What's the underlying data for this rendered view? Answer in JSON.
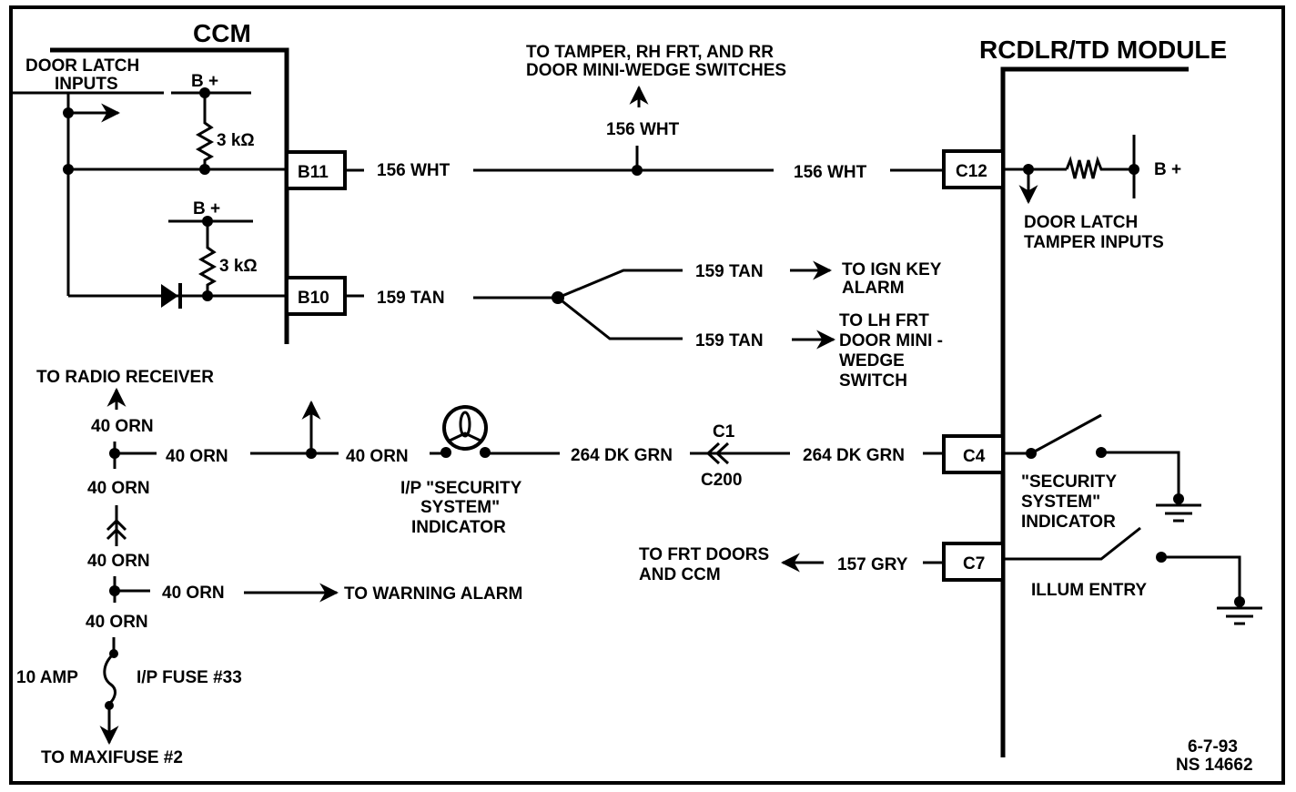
{
  "modules": {
    "ccm": {
      "title": "CCM"
    },
    "rcdlr": {
      "title": "RCDLR/TD MODULE"
    }
  },
  "ccm_internal": {
    "door_latch_inputs": [
      "DOOR LATCH",
      "INPUTS"
    ],
    "b_plus_1": "B +",
    "b_plus_2": "B +",
    "resistor_1": "3 kΩ",
    "resistor_2": "3 kΩ"
  },
  "connectors": {
    "b11": "B11",
    "b10": "B10",
    "c12": "C12",
    "c4": "C4",
    "c7": "C7",
    "inline_top": "C1",
    "inline_bottom": "C200"
  },
  "wires": {
    "w156_left": "156 WHT",
    "w156_mid": "156 WHT",
    "w156_right": "156 WHT",
    "w159_main": "159 TAN",
    "w159_upper": "159 TAN",
    "w159_lower": "159 TAN",
    "w40_top": "40 ORN",
    "w40_h1": "40 ORN",
    "w40_h2": "40 ORN",
    "w40_mid": "40 ORN",
    "w40_lower": "40 ORN",
    "w40_h3": "40 ORN",
    "w40_bottom": "40 ORN",
    "w264_left": "264 DK GRN",
    "w264_right": "264 DK GRN",
    "w157": "157 GRY"
  },
  "destinations": {
    "tamper": [
      "TO TAMPER, RH FRT, AND RR",
      "DOOR MINI-WEDGE SWITCHES"
    ],
    "ign_key": [
      "TO IGN KEY",
      "ALARM"
    ],
    "lh_frt": [
      "TO LH FRT",
      "DOOR MINI -",
      "WEDGE",
      "SWITCH"
    ],
    "radio": "TO RADIO RECEIVER",
    "warning": "TO WARNING ALARM",
    "maxifuse": "TO MAXIFUSE #2",
    "frt_doors": [
      "TO FRT DOORS",
      "AND CCM"
    ]
  },
  "components": {
    "ip_indicator": [
      "I/P \"SECURITY",
      "SYSTEM\"",
      "INDICATOR"
    ],
    "fuse_rating": "10 AMP",
    "fuse_name": "I/P FUSE #33",
    "tamper_inputs": [
      "DOOR LATCH",
      "TAMPER INPUTS"
    ],
    "rcdlr_b_plus": "B +",
    "security_switch": [
      "\"SECURITY",
      "SYSTEM\"",
      "INDICATOR"
    ],
    "illum_entry": "ILLUM ENTRY"
  },
  "footer": {
    "date": "6-7-93",
    "ref": "NS 14662"
  }
}
